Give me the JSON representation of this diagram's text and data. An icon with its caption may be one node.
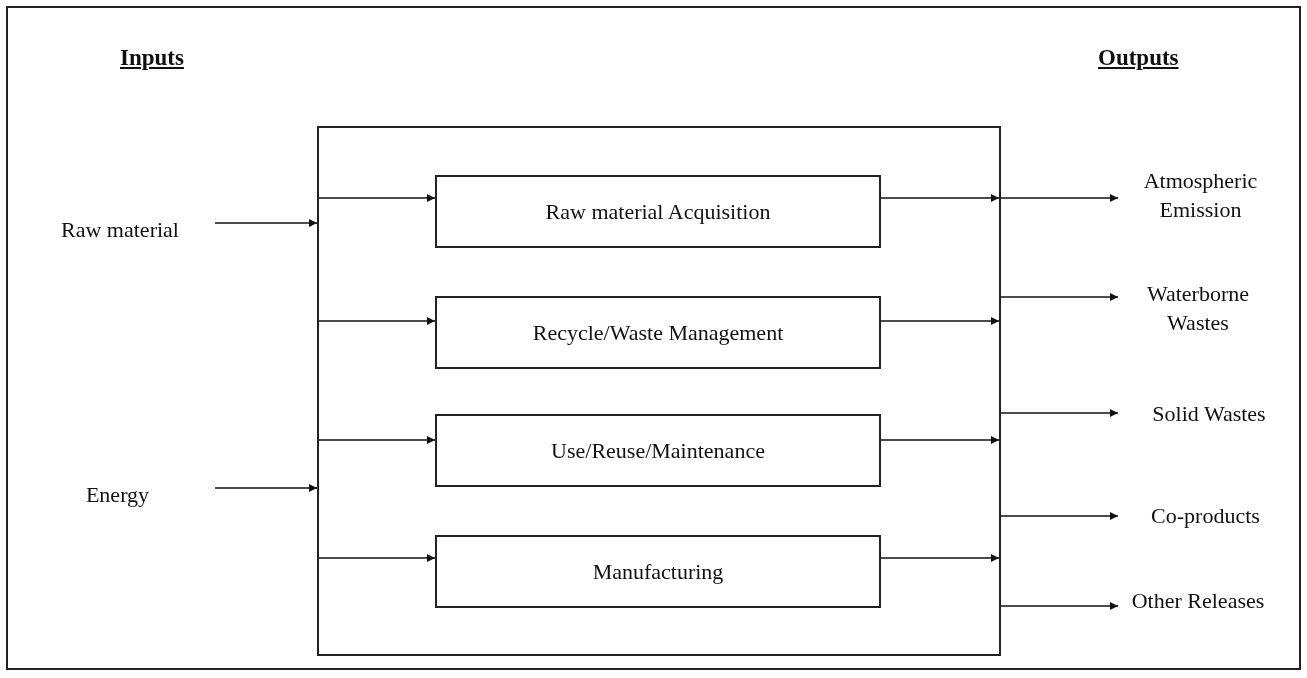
{
  "diagram": {
    "nodes": [
      {
        "text": [
          "Raw material"
        ]
      },
      {
        "text": [
          "Energy"
        ]
      },
      {
        "text": [],
        "shape": "box"
      },
      {
        "text": [
          "Raw material Acquisition"
        ],
        "in": 2
      },
      {
        "text": [
          "Recycle/Waste Management"
        ],
        "in": 2
      },
      {
        "text": [
          "Use/Reuse/Maintenance"
        ],
        "in": 2
      },
      {
        "text": [
          "Manufacturing"
        ],
        "in": 2
      },
      {
        "text": [
          "Atmospheric Emission"
        ]
      },
      {
        "text": [
          "Waterborne Wastes"
        ]
      },
      {
        "text": [
          "Solid Wastes"
        ]
      },
      {
        "text": [
          "Co-products"
        ]
      },
      {
        "text": [
          "Other Releases"
        ]
      }
    ],
    "edges": [
      {
        "from": 0,
        "to": 2,
        "arrow": "to"
      },
      {
        "from": 1,
        "to": 2,
        "arrow": "to"
      },
      {
        "from": 2,
        "to": 3,
        "arrow": "to"
      },
      {
        "from": 2,
        "to": 4,
        "arrow": "to"
      },
      {
        "from": 2,
        "to": 5,
        "arrow": "to"
      },
      {
        "from": 2,
        "to": 6,
        "arrow": "to"
      },
      {
        "from": 3,
        "to": 2,
        "arrow": "to"
      },
      {
        "from": 4,
        "to": 2,
        "arrow": "to"
      },
      {
        "from": 5,
        "to": 2,
        "arrow": "to"
      },
      {
        "from": 6,
        "to": 2,
        "arrow": "to"
      },
      {
        "from": 2,
        "to": 7,
        "arrow": "to"
      },
      {
        "from": 2,
        "to": 8,
        "arrow": "to"
      },
      {
        "from": 2,
        "to": 9,
        "arrow": "to"
      },
      {
        "from": 2,
        "to": 10,
        "arrow": "to"
      },
      {
        "from": 2,
        "to": 11,
        "arrow": "to"
      }
    ],
    "labels": [
      "Inputs",
      "Outputs"
    ]
  }
}
